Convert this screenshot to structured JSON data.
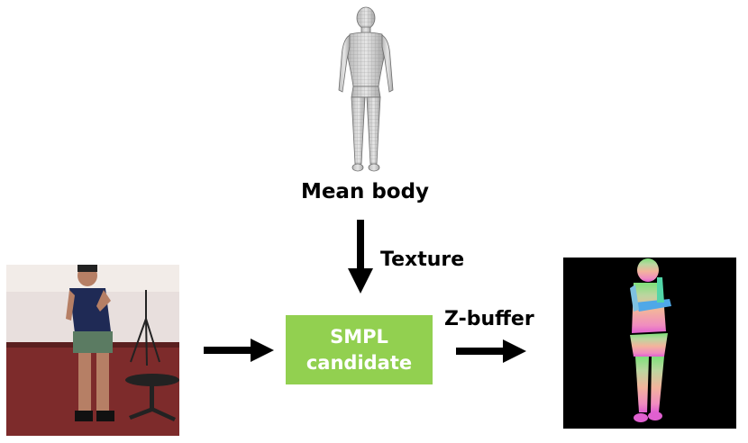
{
  "labels": {
    "mean_body": "Mean body",
    "texture": "Texture",
    "z_buffer": "Z-buffer"
  },
  "smpl_box": {
    "line1": "SMPL",
    "line2": "candidate",
    "fill_color": "#92d050",
    "text_color": "#ffffff"
  },
  "images": {
    "mean_body": "gray mesh human figure",
    "input_photo": "photo of a person standing in a room",
    "output_render": "colored body-part depth render on black background"
  },
  "colors": {
    "arrow": "#000000",
    "render_background": "#000000"
  }
}
